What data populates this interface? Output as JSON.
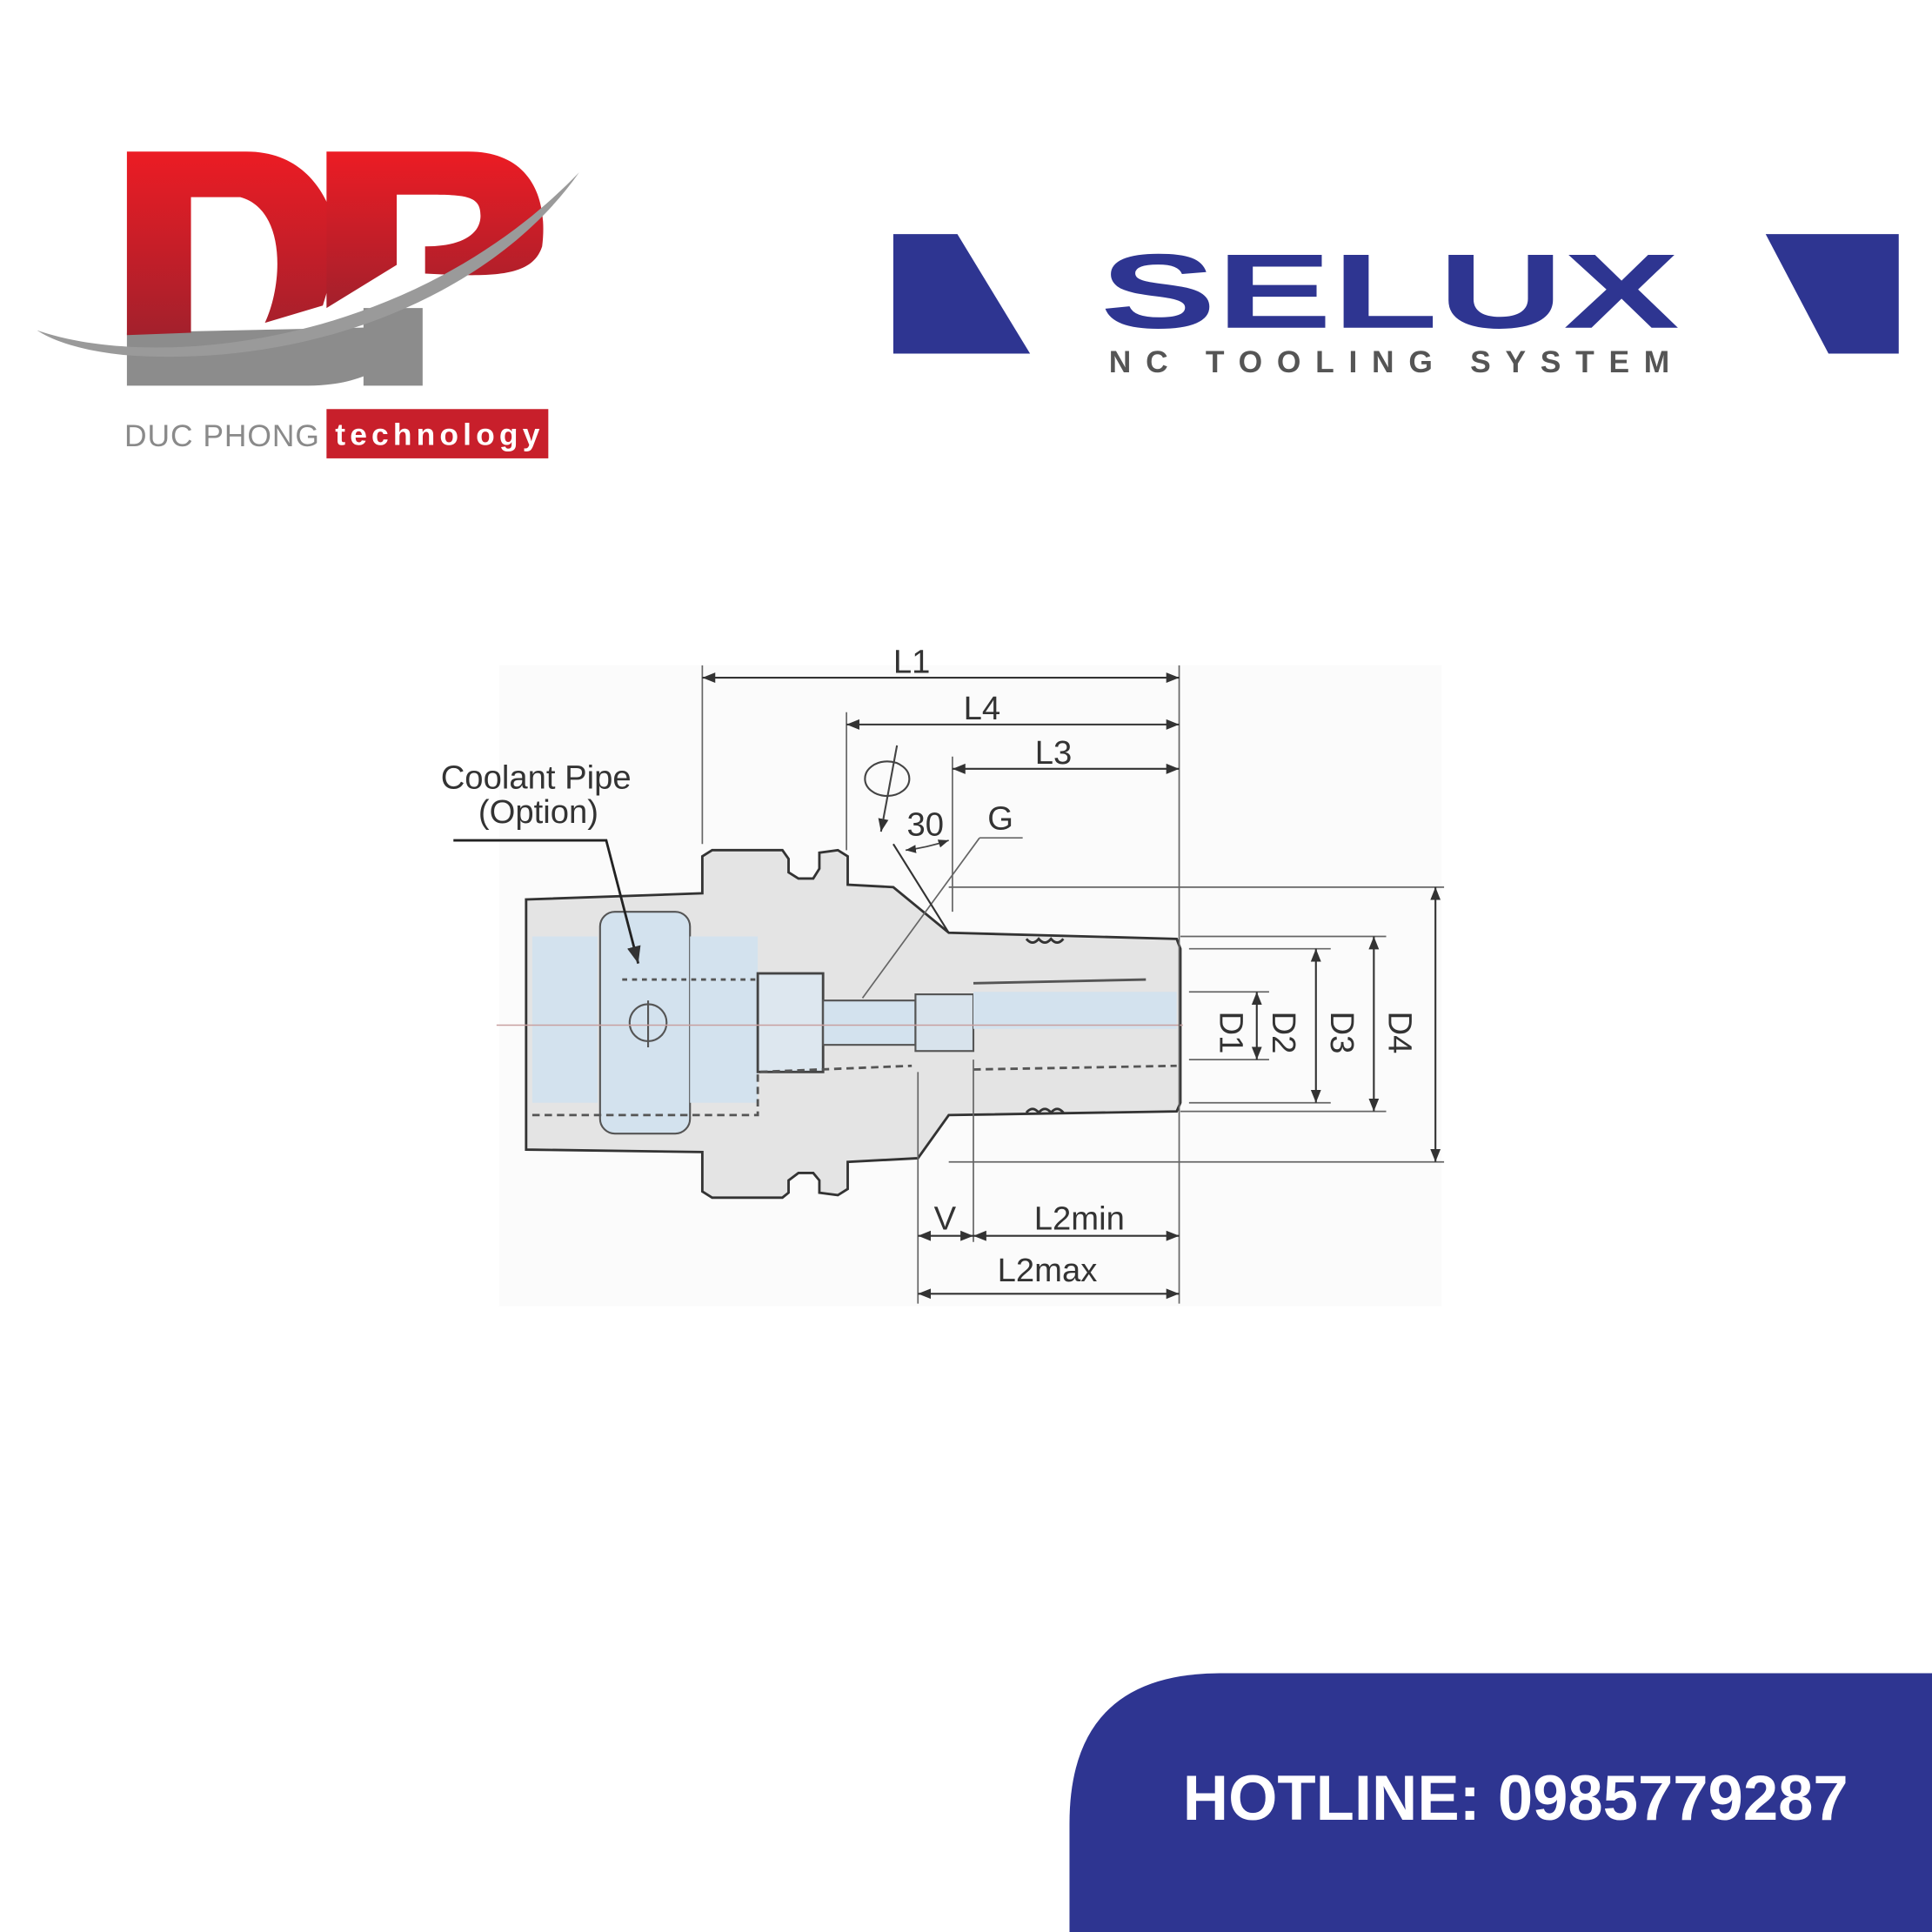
{
  "brand_left": {
    "logo_letters": "DP",
    "name": "DUC PHONG",
    "tag": "technology",
    "colors": {
      "red": "#d3202b",
      "gray": "#8a8a8a"
    }
  },
  "brand_right": {
    "name": "SELUX",
    "subtitle": "NC TOOLING SYSTEM",
    "colors": {
      "blue": "#2e3591",
      "gray": "#555555"
    }
  },
  "drawing": {
    "callout": [
      "Coolant Pipe",
      "(Option)"
    ],
    "dimensions": {
      "L1": "L1",
      "L4": "L4",
      "L3": "L3",
      "G": "G",
      "angle": "30",
      "D1": "D1",
      "D2": "D2",
      "D3": "D3",
      "D4": "D4",
      "V": "V",
      "L2min": "L2min",
      "L2max": "L2max"
    }
  },
  "hotline": {
    "text": "HOTLINE: 0985779287",
    "background": "#2e3591"
  }
}
